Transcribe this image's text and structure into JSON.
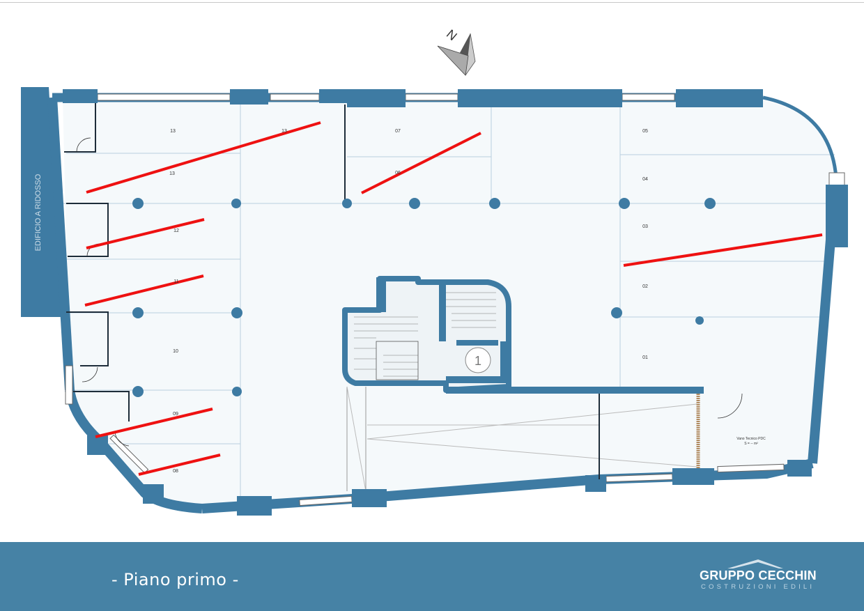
{
  "page": {
    "title": "- Piano primo -"
  },
  "brand": {
    "name": "GRUPPO CECCHIN",
    "tagline": "COSTRUZIONI EDILI"
  },
  "compass": {
    "label": "N"
  },
  "neighbor": {
    "label": "EDIFICIO A RIDOSSO"
  },
  "rooms": {
    "r13a": "13",
    "r13b": "13",
    "r13c": "13",
    "r12": "12",
    "r11": "11",
    "r10": "10",
    "r09": "09",
    "r08": "08",
    "r07": "07",
    "r06": "06",
    "r05": "05",
    "r04": "04",
    "r03": "03",
    "r02": "02",
    "r01": "01"
  },
  "stair": {
    "lift": "1"
  },
  "technical_room": {
    "name": "Vano Tecnico PDC",
    "area": "S = -- m²"
  },
  "colors": {
    "wall": "#3e7ba3",
    "footer": "#4682a5",
    "grid": "#b9cfdf",
    "marker": "#ee1111"
  }
}
